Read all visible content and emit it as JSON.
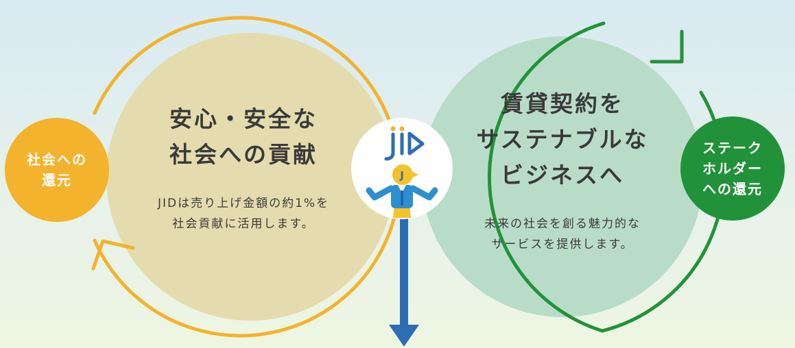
{
  "left": {
    "title": "安心・安全な\n社会への貢献",
    "body": "JIDは売り上げ金額の約1%を\n社会貢献に活用します。",
    "badge": "社会への\n還元"
  },
  "right": {
    "title": "賃貸契約を\nサステナブルな\nビジネスへ",
    "body": "未来の社会を創る魅力的な\nサービスを提供します。",
    "badge": "ステーク\nホルダー\nへの還元"
  },
  "center": {
    "logo": "jiD",
    "mascot_letter": "J"
  },
  "colors": {
    "yellow": "#f3b32c",
    "green": "#22923a",
    "blue": "#2b6eb3",
    "cream": "#e4dcae",
    "mint": "#b9dcc8"
  }
}
